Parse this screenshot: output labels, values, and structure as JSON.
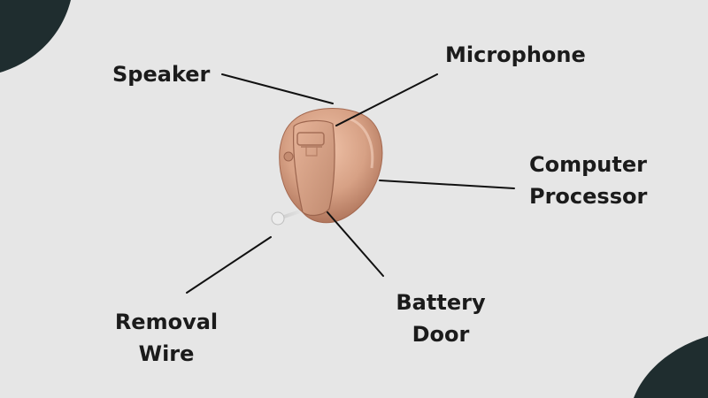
{
  "labels": {
    "speaker": "Speaker",
    "microphone": "Microphone",
    "computer_processor": [
      "Computer",
      "Processor"
    ],
    "removal_wire": [
      "Removal",
      "Wire"
    ],
    "battery_door": [
      "Battery",
      "Door"
    ]
  },
  "colors": {
    "background": "#e6e6e6",
    "corner": "#1f2d2f",
    "device": "#d4a084",
    "leader_line": "#111111",
    "text": "#1b1b1b"
  }
}
